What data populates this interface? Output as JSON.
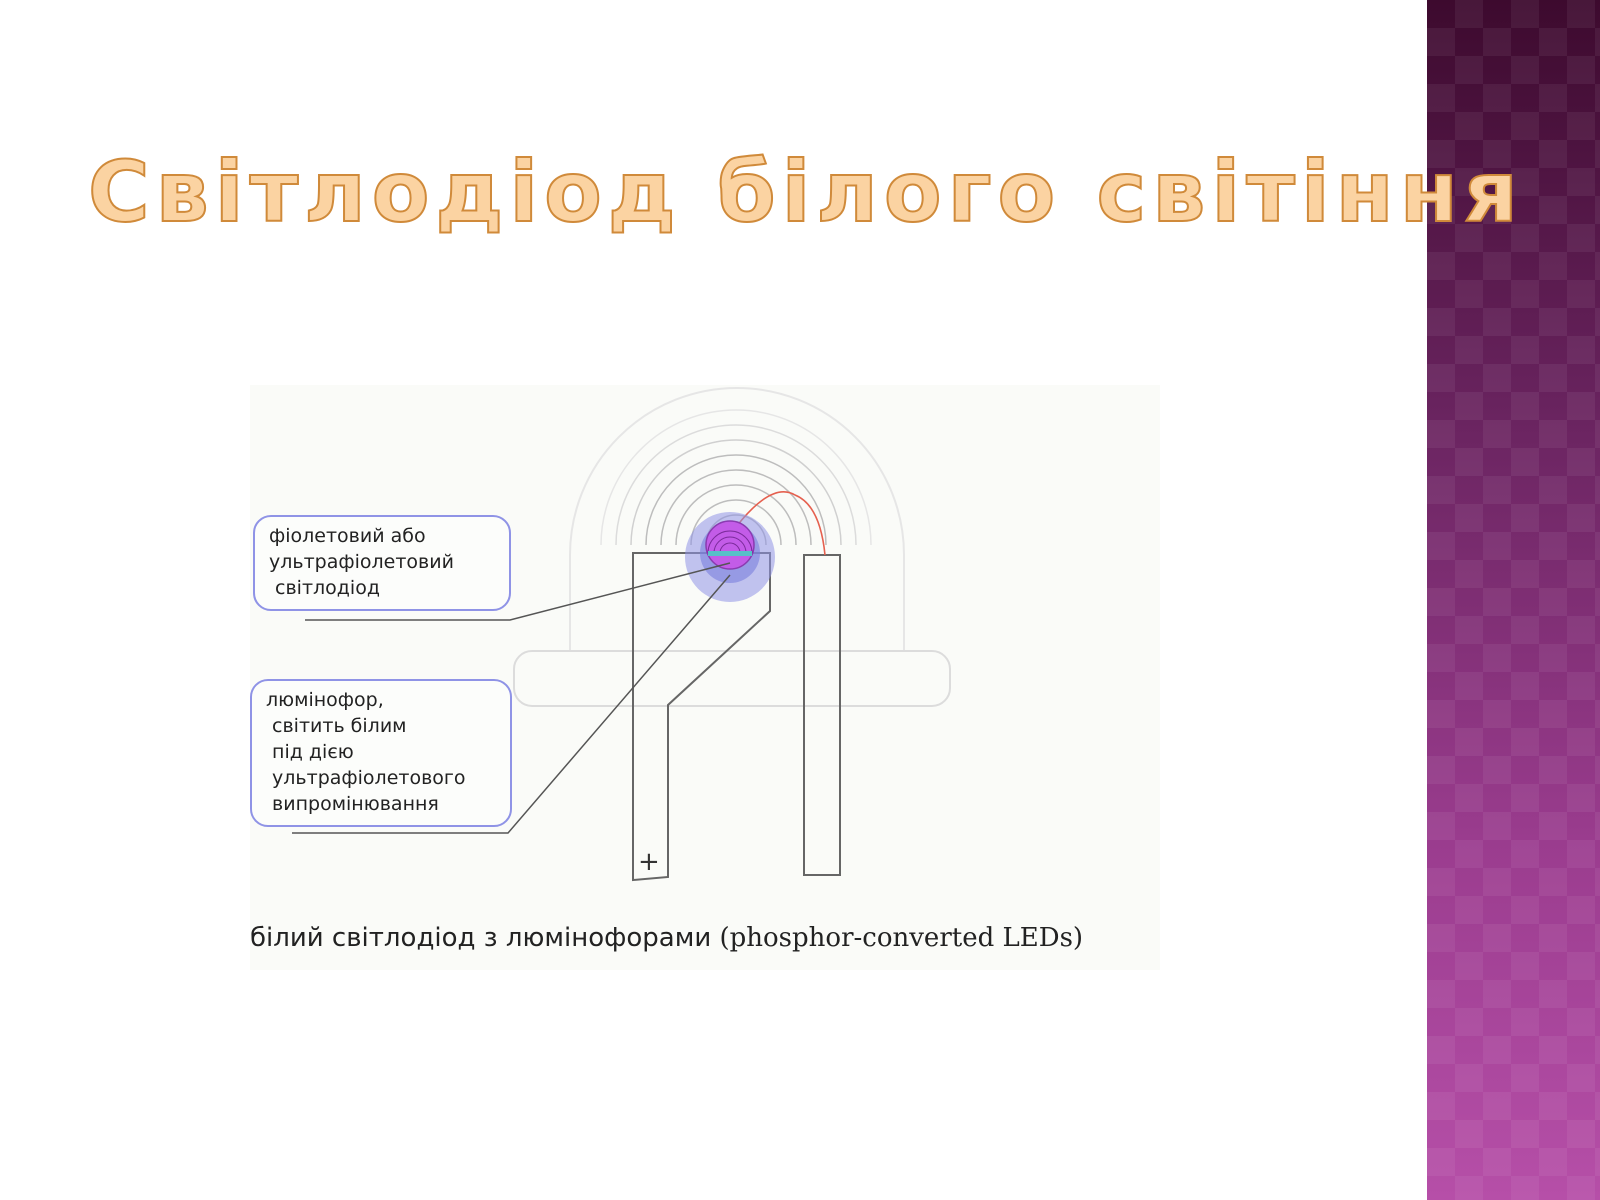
{
  "slide": {
    "title": "Світлодіод білого світіння"
  },
  "figure": {
    "callout_top": "фіолетовий або\nультрафіолетовий\n світлодіод",
    "callout_bottom": "люмінофор,\n світить білим\n під дією\n ультрафіолетового\n випромінювання",
    "anode_mark": "+",
    "caption_uk": "білий світлодіод з люмінофорами ",
    "caption_en": "(phosphor-converted LEDs)"
  },
  "colors": {
    "title_fill": "#fbd3a2",
    "title_outline": "#d08a3a",
    "chip": "#c35ce8",
    "phosphor": "#8f93e6",
    "wire": "#e5604f",
    "side_band": "#7a2a6e"
  }
}
